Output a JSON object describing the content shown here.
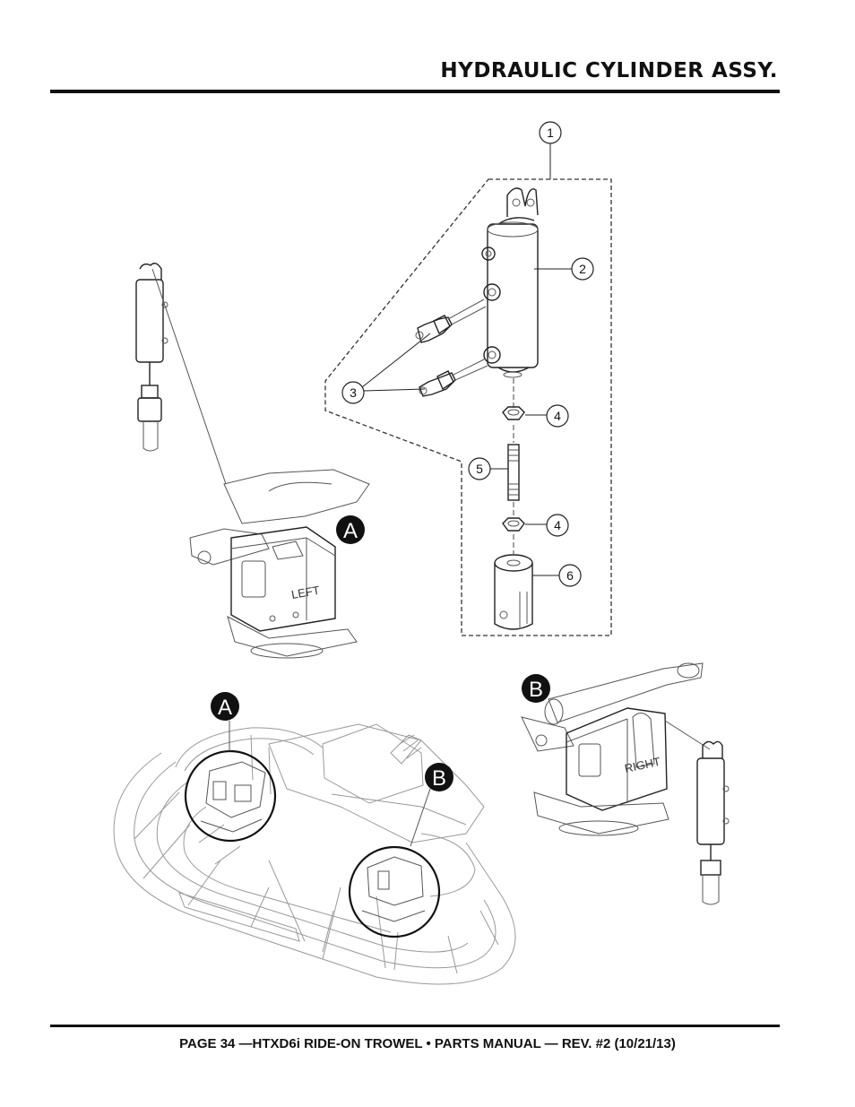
{
  "header": {
    "title": "HYDRAULIC CYLINDER ASSY."
  },
  "footer": {
    "text": "PAGE 34 —HTXD6i RIDE-ON TROWEL • PARTS MANUAL — REV. #2 (10/21/13)"
  },
  "callouts": {
    "c1": "1",
    "c2": "2",
    "c3": "3",
    "c4a": "4",
    "c5": "5",
    "c4b": "4",
    "c6": "6"
  },
  "detail_tags": {
    "a_top": "A",
    "b_top": "B",
    "a_main": "A",
    "b_main": "B"
  },
  "assembly_labels": {
    "left": "LEFT",
    "right": "RIGHT"
  }
}
